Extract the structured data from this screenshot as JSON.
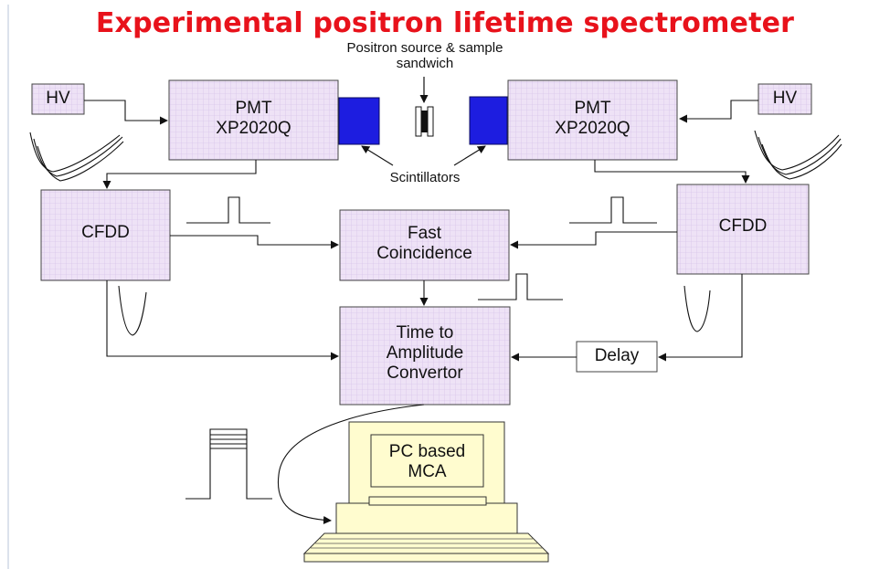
{
  "title": "Experimental positron lifetime spectrometer",
  "source_label_line1": "Positron source & sample",
  "source_label_line2": "sandwich",
  "hv_left": "HV",
  "hv_right": "HV",
  "pmt_left": {
    "line1": "PMT",
    "line2": "XP2020Q"
  },
  "pmt_right": {
    "line1": "PMT",
    "line2": "XP2020Q"
  },
  "scintillators": "Scintillators",
  "cfdd_left": "CFDD",
  "cfdd_right": "CFDD",
  "fast_coincidence": {
    "line1": "Fast",
    "line2": "Coincidence"
  },
  "tac": {
    "line1": "Time to",
    "line2": "Amplitude",
    "line3": "Convertor"
  },
  "delay": "Delay",
  "mca": {
    "line1": "PC based",
    "line2": "MCA"
  },
  "colors": {
    "title": "#e8121b",
    "box_fill": "#eee2f6",
    "grid": "#d8c6ea",
    "scintillator": "#1d1de0",
    "computer": "#fffccf"
  }
}
